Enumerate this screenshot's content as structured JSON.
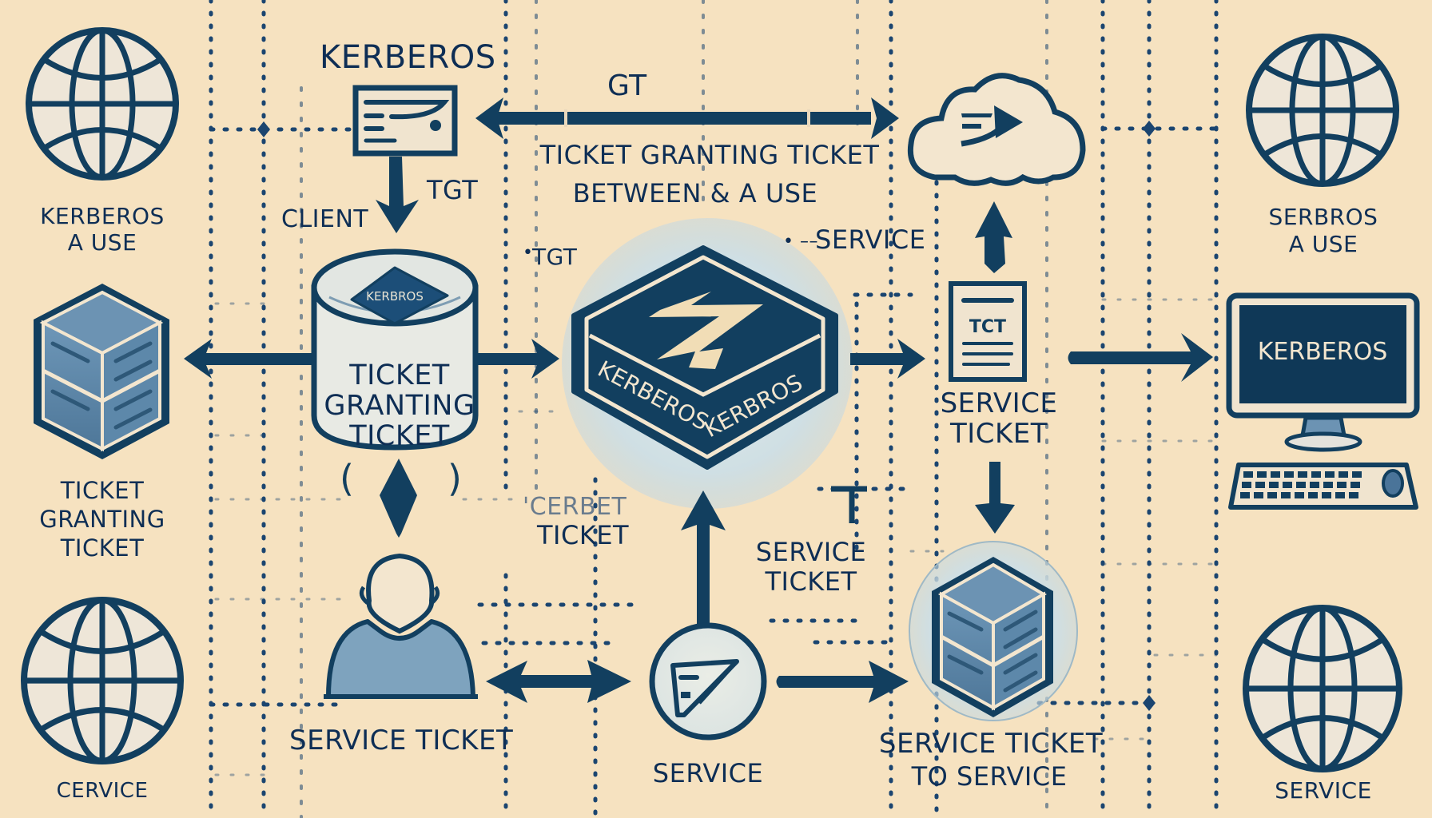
{
  "diagram": {
    "title": "KERBEROS",
    "topology": "Kerberos authentication flow",
    "colors": {
      "background": "#F6E2C0",
      "ink": "#0E2E55",
      "line": "#123F5F",
      "steel_blue": "#5F8CAF",
      "glow": "#CFE0E6",
      "paper": "#F3E6CF"
    },
    "nodes": {
      "globe_top_left": {
        "icon": "globe-icon",
        "label_lines": [
          "KERBEROS",
          "A USE"
        ]
      },
      "server_left": {
        "icon": "server-icon",
        "label_lines": [
          "TICKET",
          "GRANTING",
          "TICKET"
        ]
      },
      "globe_bottom_left": {
        "icon": "globe-icon",
        "label_lines": [
          "CERVICE"
        ]
      },
      "ticket_card": {
        "icon": "ticket-card-icon",
        "heading": "KERBEROS"
      },
      "client_labels": {
        "client": "CLIENT",
        "tgt": "TGT"
      },
      "kdc_cylinder": {
        "icon": "database-cylinder-icon",
        "badge_text": "KERBROS",
        "label_lines": [
          "TICKET",
          "GRANTING",
          "TICKET"
        ],
        "brackets": [
          "(",
          ")"
        ]
      },
      "kerberos_center": {
        "icon": "kerberos-logo-icon",
        "side_text_left": "KERBEROS",
        "side_text_right": "KERBROS"
      },
      "cloud": {
        "icon": "cloud-icon"
      },
      "tct_document": {
        "icon": "document-icon",
        "doc_text": "TCT",
        "label_lines": [
          "SERVICE",
          "TICKET"
        ]
      },
      "monitor": {
        "icon": "computer-monitor-icon",
        "screen_text": "KERBEROS"
      },
      "keyboard": {
        "icon": "keyboard-icon"
      },
      "globe_top_right": {
        "icon": "globe-icon",
        "label_lines": [
          "SERBROS",
          "A USE"
        ]
      },
      "user": {
        "icon": "user-avatar-icon",
        "label": "SERVICE TICKET"
      },
      "service_circle": {
        "icon": "send-ticket-icon",
        "label": "SERVICE"
      },
      "server_bottom_right": {
        "icon": "server-icon",
        "label_lines": [
          "SERVICE TICKET",
          "TO SERVICE"
        ]
      },
      "globe_bottom_right": {
        "icon": "globe-icon",
        "label_lines": [
          "SERVICE"
        ]
      }
    },
    "edge_labels": {
      "gt": "GT",
      "tgt_between_line1": "TICKET GRANTING TICKET",
      "tgt_between_line2": "BETWEEN & A USE",
      "service_top": "SERVICE",
      "service_top_prefix": "• ––",
      "tgt_mid": "TGT",
      "tgt_mid_prefix": "•",
      "cerbet": "'CERBET",
      "cerbet_ticket": "TICKET",
      "service_ticket_mid_line1": "SERVICE",
      "service_ticket_mid_line2": "TICKET"
    }
  }
}
